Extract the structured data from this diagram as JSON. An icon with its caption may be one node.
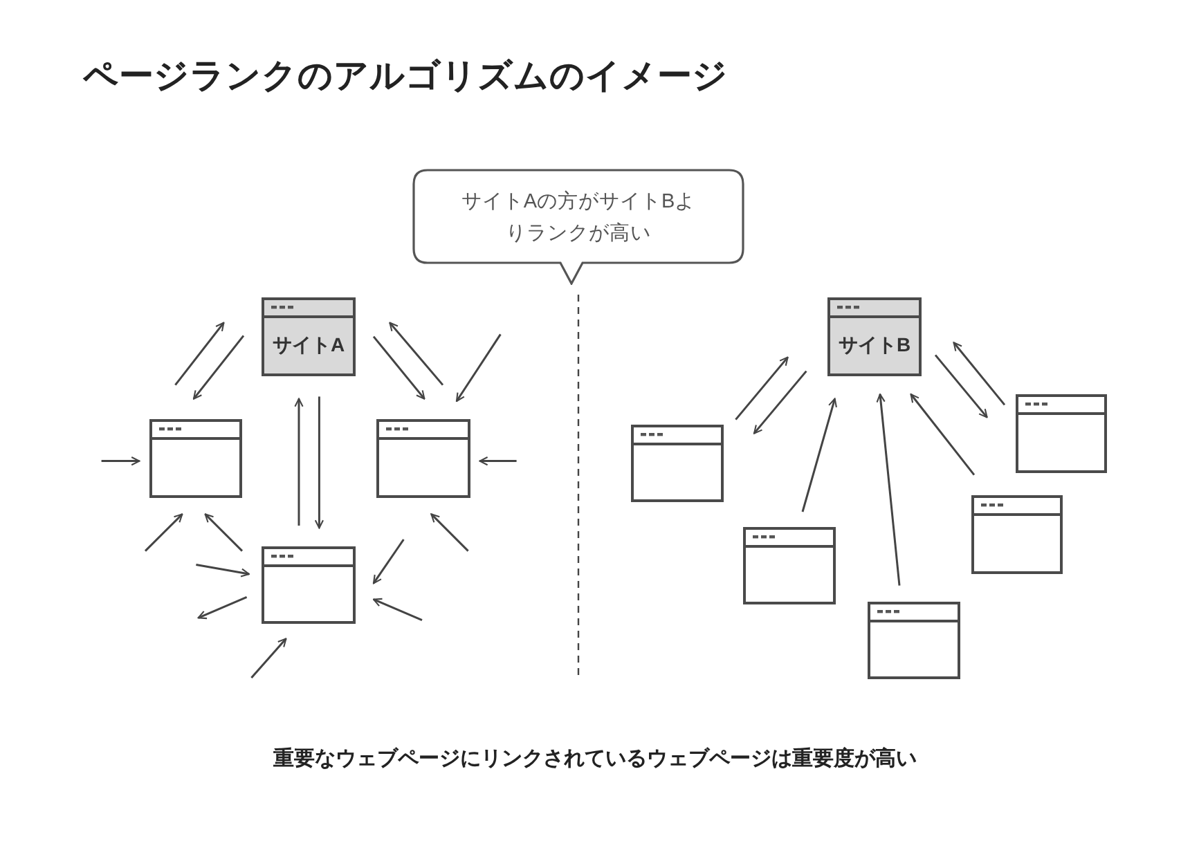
{
  "diagram": {
    "title": "ページランクのアルゴリズムのイメージ",
    "caption": "重要なウェブページにリンクされているウェブページは重要度が高い",
    "nodes": [
      {
        "text": [
          "サイトAの方がサイトBよりランクが高い"
        ]
      },
      {
        "text": [
          "サイトA"
        ]
      },
      {
        "text": [],
        "shape": "box"
      },
      {
        "text": [],
        "shape": "box"
      },
      {
        "text": [],
        "shape": "box"
      },
      {
        "text": [
          "サイトB"
        ]
      },
      {
        "text": [],
        "shape": "box"
      },
      {
        "text": [],
        "shape": "box"
      },
      {
        "text": [],
        "shape": "box"
      },
      {
        "text": [],
        "shape": "box"
      },
      {
        "text": [],
        "shape": "box"
      }
    ],
    "edges": [
      {
        "from": 2,
        "to": 1,
        "arrow": "to"
      },
      {
        "from": 1,
        "to": 2,
        "arrow": "to"
      },
      {
        "from": 1,
        "to": 3,
        "arrow": "to"
      },
      {
        "from": 3,
        "to": 1,
        "arrow": "to"
      },
      {
        "from": null,
        "to": 3,
        "arrow": "to"
      },
      {
        "from": 4,
        "to": 1,
        "arrow": "to"
      },
      {
        "from": 1,
        "to": 4,
        "arrow": "to"
      },
      {
        "from": null,
        "to": 2,
        "arrow": "to"
      },
      {
        "from": null,
        "to": 3,
        "arrow": "to"
      },
      {
        "from": null,
        "to": 2,
        "arrow": "to"
      },
      {
        "from": 4,
        "to": 2,
        "arrow": "to"
      },
      {
        "from": null,
        "to": 3,
        "arrow": "to"
      },
      {
        "from": null,
        "to": 4,
        "arrow": "to"
      },
      {
        "from": 4,
        "to": null,
        "arrow": "to"
      },
      {
        "from": null,
        "to": 4,
        "arrow": "to"
      },
      {
        "from": null,
        "to": 4,
        "arrow": "to"
      },
      {
        "from": null,
        "to": 4,
        "arrow": "to"
      },
      {
        "from": 6,
        "to": 5,
        "arrow": "to"
      },
      {
        "from": 5,
        "to": 6,
        "arrow": "to"
      },
      {
        "from": 7,
        "to": 5,
        "arrow": "to"
      },
      {
        "from": 8,
        "to": 5,
        "arrow": "to"
      },
      {
        "from": 9,
        "to": 5,
        "arrow": "to"
      },
      {
        "from": 5,
        "to": 10,
        "arrow": "to"
      },
      {
        "from": 10,
        "to": 5,
        "arrow": "to"
      }
    ]
  }
}
